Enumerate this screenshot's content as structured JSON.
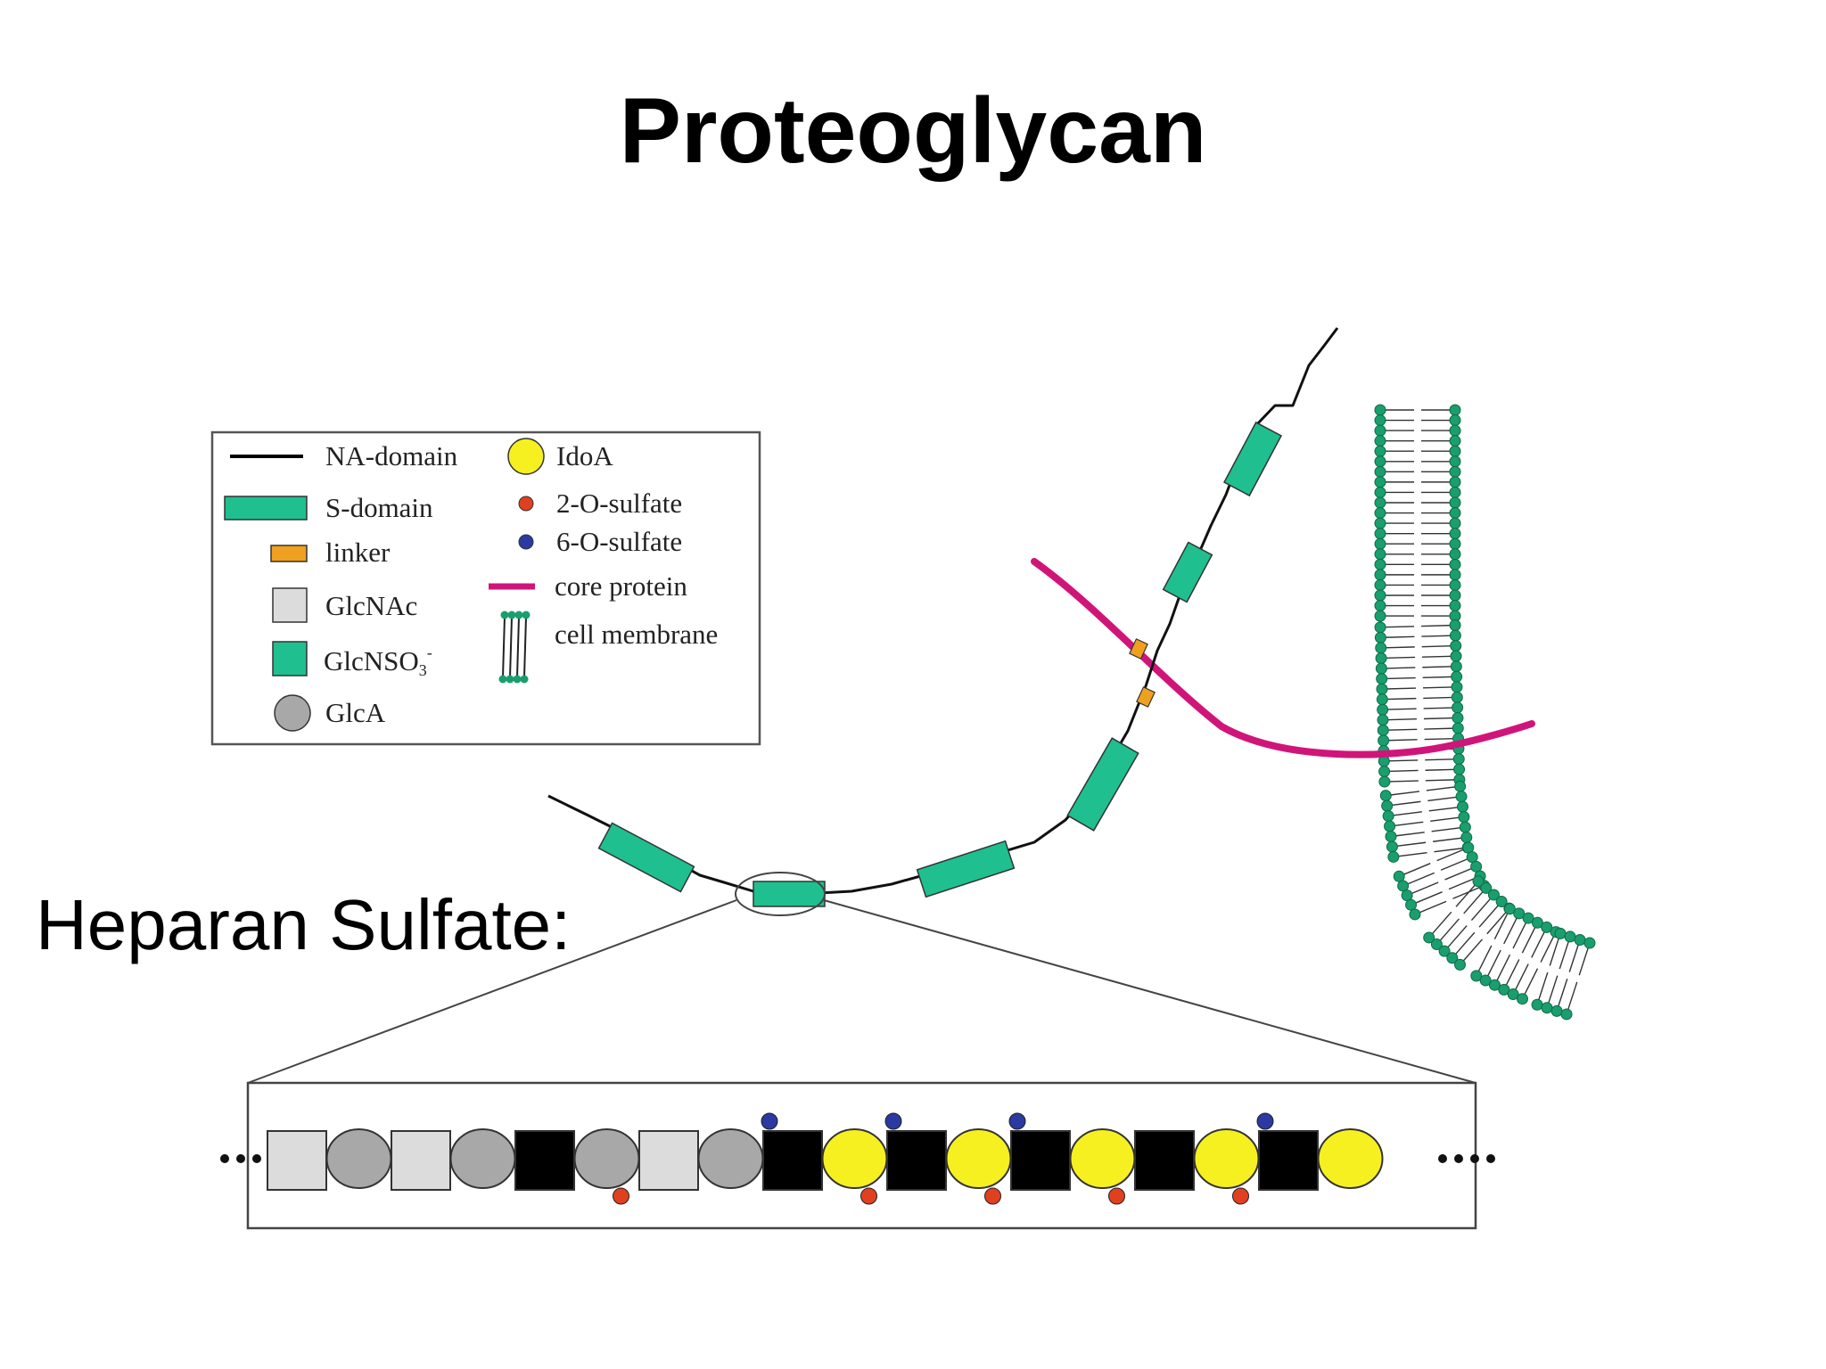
{
  "title": "Proteoglycan",
  "label": "Heparan Sulfate:",
  "legend": {
    "na_domain": "NA-domain",
    "s_domain": "S-domain",
    "linker": "linker",
    "glcnac": "GlcNAc",
    "glcnso3_base": "GlcNSO",
    "glcnso3_sub": "3",
    "glcnso3_sup": "-",
    "glca": "GlcA",
    "idoa": "IdoA",
    "two_o_sulfate": "2-O-sulfate",
    "six_o_sulfate": "6-O-sulfate",
    "core_protein": "core protein",
    "cell_membrane": "cell membrane"
  },
  "colors": {
    "s_domain": "#1fbf8f",
    "linker": "#f0a020",
    "glcnac": "#dcdcdc",
    "glca": "#a8a8a8",
    "idoa": "#f7f020",
    "two_o_sulfate": "#e04020",
    "six_o_sulfate": "#2a3aa0",
    "core_protein": "#d0157a",
    "membrane_head": "#1a9e6e",
    "line": "#000000"
  },
  "chain_sequence": [
    {
      "type": "glcnac"
    },
    {
      "type": "glca"
    },
    {
      "type": "glcnac"
    },
    {
      "type": "glca"
    },
    {
      "type": "glcnso3"
    },
    {
      "type": "glca",
      "two_o": true
    },
    {
      "type": "glcnac"
    },
    {
      "type": "glca"
    },
    {
      "type": "glcnso3",
      "six_o": true
    },
    {
      "type": "idoa",
      "two_o": true
    },
    {
      "type": "glcnso3",
      "six_o": true
    },
    {
      "type": "idoa",
      "two_o": true
    },
    {
      "type": "glcnso3",
      "six_o": true
    },
    {
      "type": "idoa",
      "two_o": true
    },
    {
      "type": "glcnso3"
    },
    {
      "type": "idoa",
      "two_o": true
    },
    {
      "type": "glcnso3",
      "six_o": true
    },
    {
      "type": "idoa"
    }
  ]
}
